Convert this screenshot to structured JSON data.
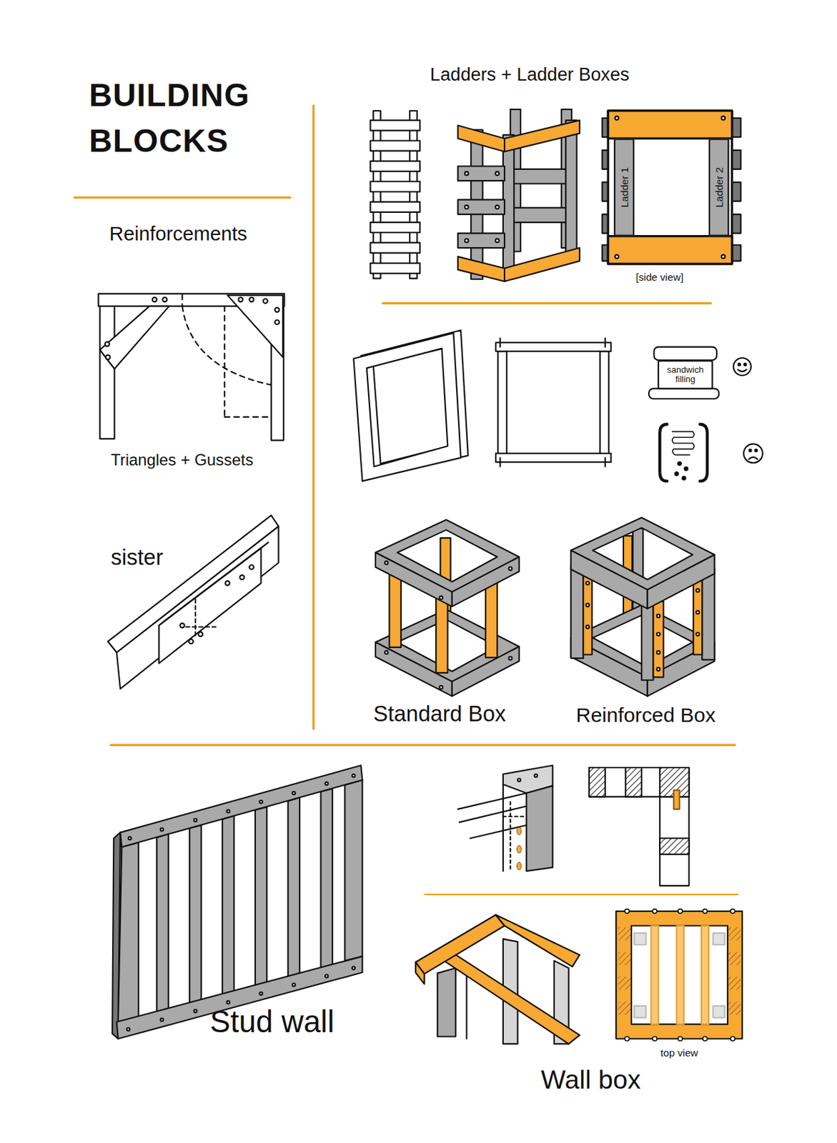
{
  "diagram": {
    "title": "BUILDING BLOCKS",
    "nodes": [
      {
        "text": [
          "Ladder 1"
        ]
      },
      {
        "text": [
          "Ladder 2"
        ]
      },
      {
        "text": [
          "sandwich filling"
        ]
      }
    ],
    "labels": [
      "Ladders + Ladder Boxes",
      "[side view]",
      "Reinforcements",
      "Triangles + Gussets",
      "sister",
      "Standard Box",
      "Reinforced Box",
      "Stud wall",
      "top view",
      "Wall box"
    ]
  }
}
